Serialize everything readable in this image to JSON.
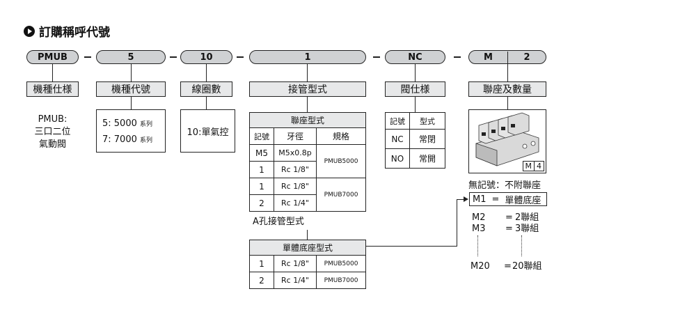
{
  "title": "訂購稱呼代號",
  "code": {
    "p1": "PMUB",
    "p2": "5",
    "p3": "10",
    "p4": "1",
    "p5": "NC",
    "p6a": "M",
    "p6b": "2"
  },
  "headers": {
    "h1": "機種仕様",
    "h2": "機種代號",
    "h3": "線圈數",
    "h4": "接管型式",
    "h5": "閥仕様",
    "h6": "聯座及數量"
  },
  "model": {
    "l1": "PMUB:",
    "l2": "三口二位",
    "l3": "氣動閥"
  },
  "series": {
    "r1v": "5: 5000",
    "r1s": "系列",
    "r2v": "7: 7000",
    "r2s": "系列"
  },
  "coil": "10:單氣控",
  "manifold": {
    "title": "聯座型式",
    "cols": [
      "記號",
      "牙徑",
      "規格"
    ],
    "rows": [
      [
        "M5",
        "M5x0.8p"
      ],
      [
        "1",
        "Rc 1/8\""
      ],
      [
        "1",
        "Rc 1/8\""
      ],
      [
        "2",
        "Rc 1/4\""
      ]
    ],
    "spec1": "PMUB5000",
    "spec2": "PMUB7000"
  },
  "a_port": "A孔接管型式",
  "single": {
    "title": "單體底座型式",
    "rows": [
      [
        "1",
        "Rc 1/8\"",
        "PMUB5000"
      ],
      [
        "2",
        "Rc 1/4\"",
        "PMUB7000"
      ]
    ]
  },
  "valve": {
    "cols": [
      "記號",
      "型式"
    ],
    "rows": [
      [
        "NC",
        "常閉"
      ],
      [
        "NO",
        "常開"
      ]
    ]
  },
  "stationTag": {
    "a": "M",
    "b": "4"
  },
  "noMark": "無記號：不附聯座",
  "stations": {
    "m1": "M1",
    "eq1": "=",
    "v1": "單體底座",
    "m2": "M2",
    "eq2": "=",
    "v2": "2聯組",
    "m3": "M3",
    "eq3": "=",
    "v3": "3聯組",
    "m20": "M20",
    "eq20": "=",
    "v20": "20聯組"
  }
}
